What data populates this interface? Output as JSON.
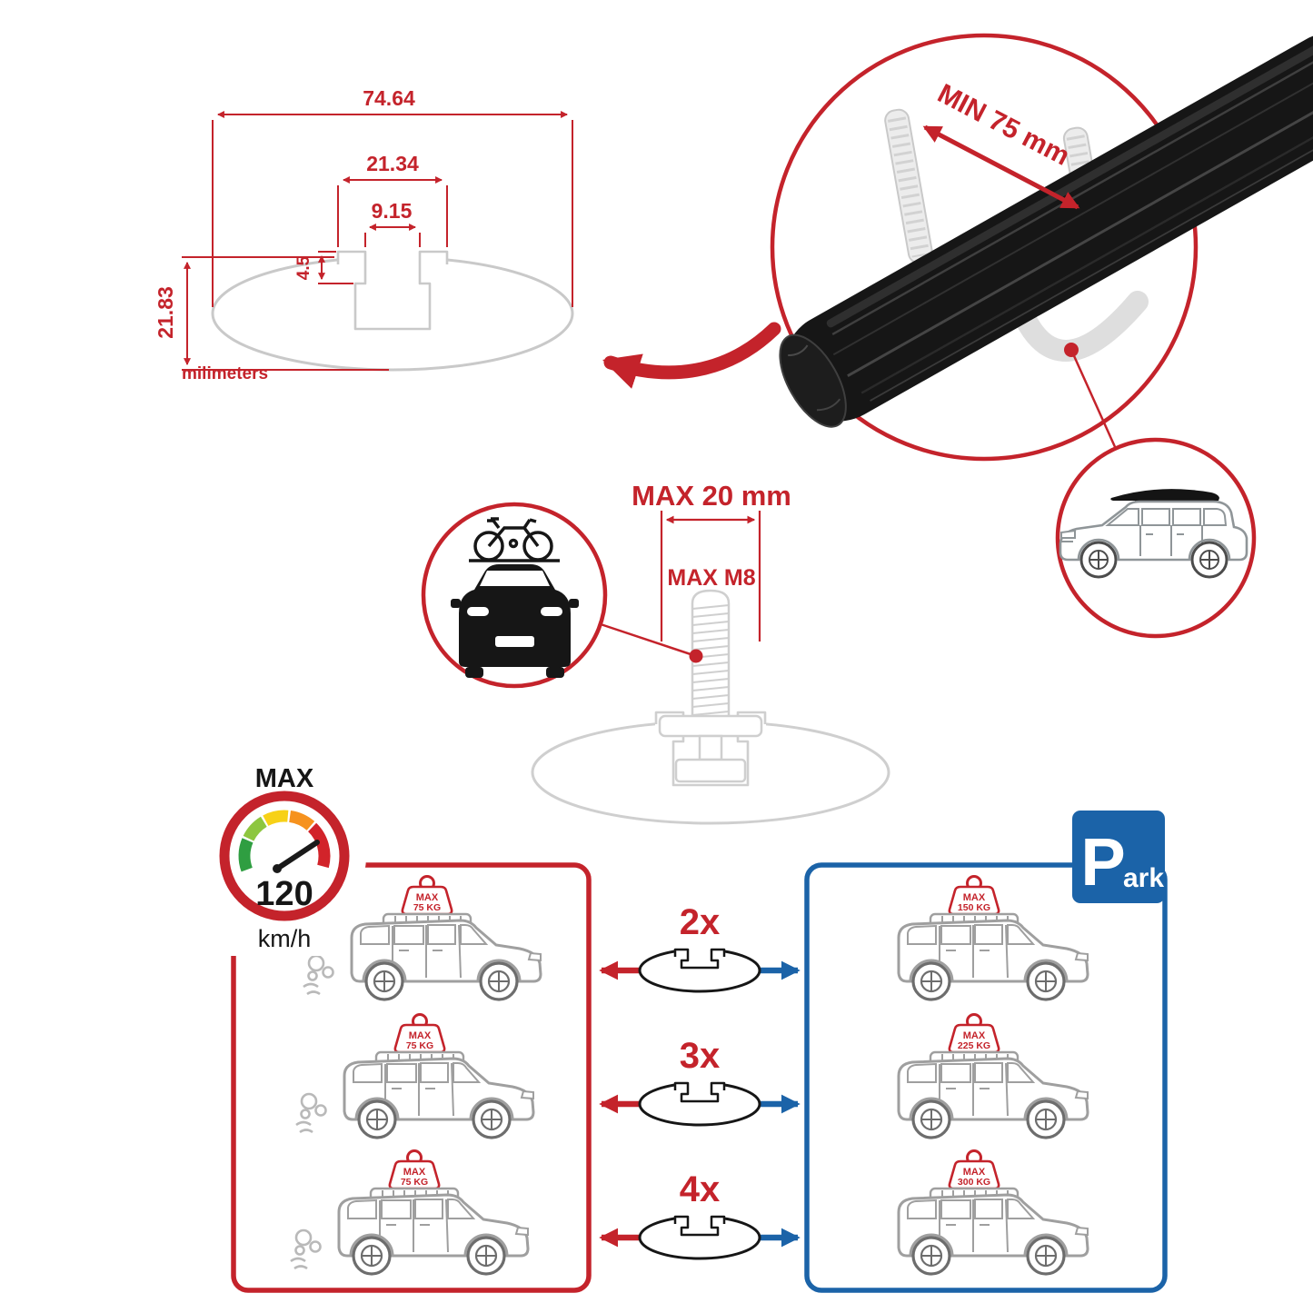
{
  "colors": {
    "accent_red": "#c4232b",
    "accent_blue": "#1b63a8",
    "line_gray": "#9f9f9f",
    "light_gray": "#cfcfcf",
    "bar_black": "#161616"
  },
  "dimensions": {
    "total_width": "74.64",
    "channel_outer": "21.34",
    "channel_inner": "9.15",
    "channel_depth": "4.5",
    "total_height": "21.83",
    "units": "milimeters"
  },
  "bar_detail": {
    "min_clamp": "MIN 75 mm"
  },
  "bolt": {
    "max_length": "MAX 20 mm",
    "max_thread": "MAX M8"
  },
  "speed_limit": {
    "label": "MAX",
    "value": "120",
    "units": "km/h"
  },
  "multipliers": [
    "2x",
    "3x",
    "4x"
  ],
  "parking": {
    "letter": "P",
    "rest": "ark"
  },
  "loads": {
    "driving": [
      {
        "label": "MAX",
        "value": "75 KG"
      },
      {
        "label": "MAX",
        "value": "75 KG"
      },
      {
        "label": "MAX",
        "value": "75 KG"
      }
    ],
    "parked": [
      {
        "label": "MAX",
        "value": "150 KG"
      },
      {
        "label": "MAX",
        "value": "225 KG"
      },
      {
        "label": "MAX",
        "value": "300 KG"
      }
    ]
  }
}
